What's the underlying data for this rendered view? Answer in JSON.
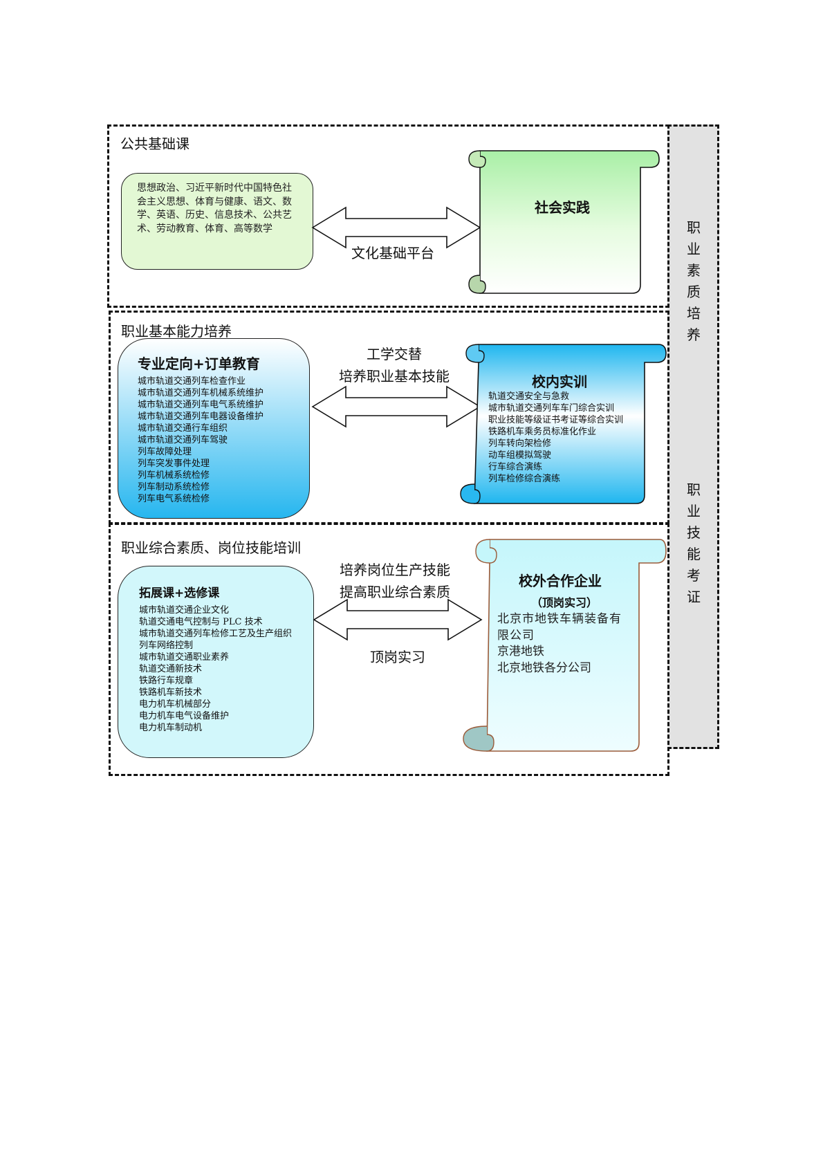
{
  "sections": {
    "public": {
      "title": "公共基础课",
      "courses_text": "思想政治、习近平新时代中国特色社会主义思想、体育与健康、语文、数学、英语、历史、信息技术、公共艺术、劳动教育、体育、高等数学",
      "arrow_label": "文化基础平台",
      "scroll_title": "社会实践"
    },
    "basic": {
      "title": "职业基本能力培养",
      "box_title": "专业定向+订单教育",
      "courses": [
        "城市轨道交通列车检查作业",
        "城市轨道交通列车机械系统维护",
        "城市轨道交通列车电气系统维护",
        "城市轨道交通列车电器设备维护",
        "城市轨道交通行车组织",
        "城市轨道交通列车驾驶",
        "列车故障处理",
        "列车突发事件处理",
        "列车机械系统检修",
        "列车制动系统检修",
        "列车电气系统检修"
      ],
      "arrow_label_1": "工学交替",
      "arrow_label_2": "培养职业基本技能",
      "scroll_title": "校内实训",
      "scroll_items": [
        "轨道交通安全与急救",
        "城市轨道交通列车车门综合实训",
        "职业技能等级证书考证等综合实训",
        "铁路机车乘务员标准化作业",
        "列车转向架检修",
        "动车组模拟驾驶",
        "行车综合演练",
        "列车检修综合演练"
      ]
    },
    "comprehensive": {
      "title": "职业综合素质、岗位技能培训",
      "box_title": "拓展课+选修课",
      "courses": [
        "城市轨道交通企业文化",
        "轨道交通电气控制与 PLC 技术",
        "城市轨道交通列车检修工艺及生产组织",
        "列车网络控制",
        "城市轨道交通职业素养",
        "轨道交通新技术",
        "铁路行车规章",
        "铁路机车新技术",
        "电力机车机械部分",
        "电力机车电气设备维护",
        "电力机车制动机"
      ],
      "arrow_label_1": "培养岗位生产技能",
      "arrow_label_2": "提高职业综合素质",
      "arrow_label_3": "顶岗实习",
      "scroll_title": "校外合作企业",
      "scroll_subtitle": "（顶岗实习）",
      "scroll_items": [
        "北京市地铁车辆装备有限公司",
        "京港地铁",
        "北京地铁各分公司"
      ]
    }
  },
  "side": {
    "label_top": [
      "职",
      "业",
      "素",
      "质",
      "培",
      "养"
    ],
    "label_bottom": [
      "职",
      "业",
      "技",
      "能",
      "考",
      "证"
    ]
  },
  "colors": {
    "light_green": "#e3f8d4",
    "scroll_green": "#c6f5c0",
    "sky_blue": "#29b8f0",
    "light_cyan": "#d2f7fb",
    "side_gray": "#e2e2e2",
    "scroll_border_brown": "#9a5a38"
  }
}
